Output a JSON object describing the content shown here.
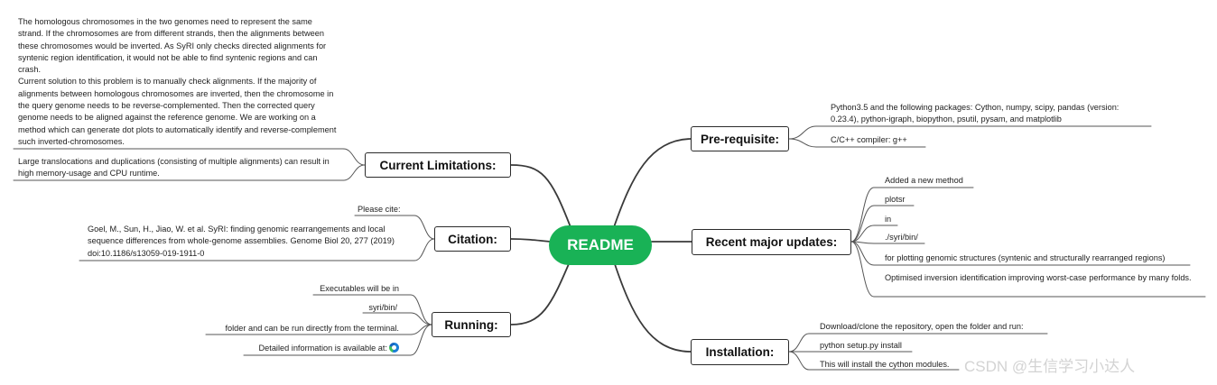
{
  "center": {
    "label": "README",
    "color": "#19b256"
  },
  "branches": {
    "current_limitations": {
      "label": "Current Limitations:",
      "leaves": [
        "The homologous chromosomes in the two genomes need to represent the same strand. If the chromosomes are from different strands, then the alignments between these chromosomes would be inverted. As SyRI only checks directed alignments for syntenic region identification, it would not be able to find syntenic regions and can crash.\nCurrent solution to this problem is to manually check alignments. If the majority of alignments between homologous chromosomes are inverted, then the chromosome in the query genome needs to be reverse-complemented. Then the corrected query genome needs to be aligned against the reference genome. We are working on a method which can generate dot plots to automatically identify and reverse-complement such inverted-chromosomes.",
        "Large translocations and duplications (consisting of multiple alignments) can result in high memory-usage and CPU runtime."
      ]
    },
    "citation": {
      "label": "Citation:",
      "leaves": [
        "Please cite:",
        "Goel, M., Sun, H., Jiao, W. et al. SyRI: finding genomic rearrangements and local sequence differences from whole-genome assemblies. Genome Biol 20, 277 (2019) doi:10.1186/s13059-019-1911-0"
      ]
    },
    "running": {
      "label": "Running:",
      "leaves": [
        "Executables will be in",
        "syri/bin/",
        "folder and can be run directly from the terminal.",
        "Detailed information is available at:"
      ],
      "icon": "edge-browser-icon"
    },
    "prerequisite": {
      "label": "Pre-requisite:",
      "leaves": [
        "Python3.5 and the following packages: Cython, numpy, scipy, pandas (version: 0.23.4), python-igraph, biopython, psutil, pysam, and matplotlib",
        "C/C++ compiler: g++"
      ]
    },
    "recent_updates": {
      "label": "Recent major updates:",
      "leaves": [
        "Added a new method",
        "plotsr",
        "in",
        "./syri/bin/",
        "for plotting genomic structures (syntenic and structurally rearranged regions)",
        "Optimised inversion identification improving worst-case performance by many folds."
      ]
    },
    "installation": {
      "label": "Installation:",
      "leaves": [
        "Download/clone the repository, open the folder and run:",
        "python setup.py install",
        "This will install the cython modules."
      ]
    }
  },
  "watermark": "CSDN @生信学习小达人"
}
